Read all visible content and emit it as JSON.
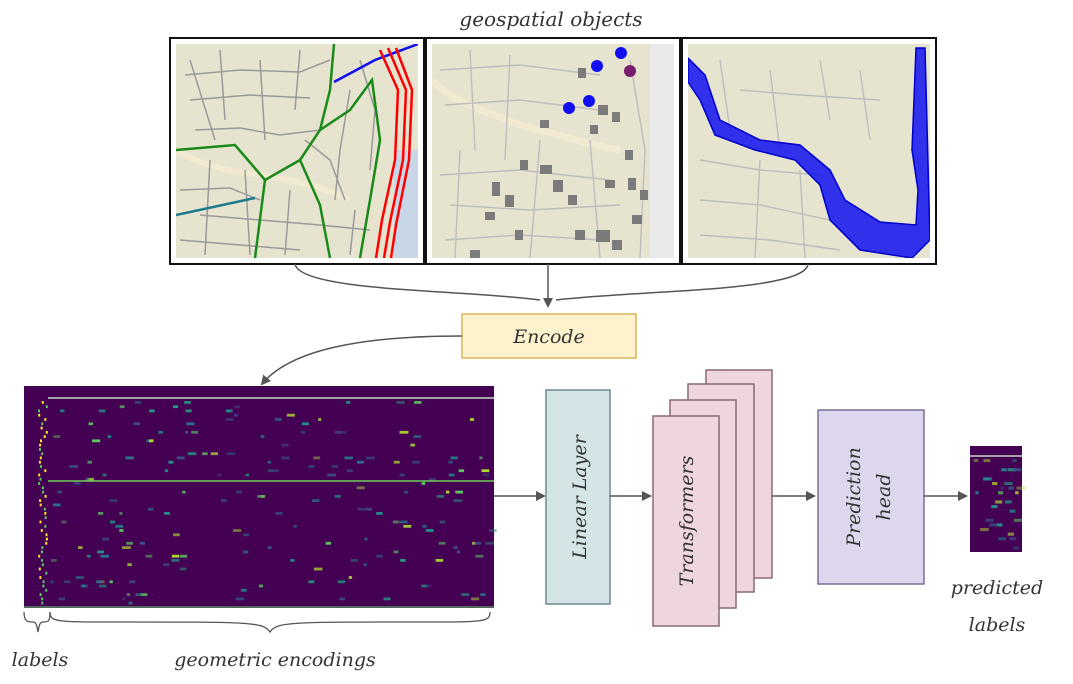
{
  "top_label": "geospatial objects",
  "encode_label": "Encode",
  "linear_label": "Linear Layer",
  "transformer_label": "Transformers",
  "prediction_label_1": "Prediction",
  "prediction_label_2": "head",
  "labels_caption": "labels",
  "geom_caption": "geometric encodings",
  "predicted_caption_1": "predicted",
  "predicted_caption_2": "labels",
  "colors": {
    "map_bg": "#e6e3cf",
    "water": "#c8d7e8",
    "street": "#9a9a9a",
    "line_green": "#1a8a1a",
    "line_red": "#ff0000",
    "line_blue": "#1010ee",
    "line_teal": "#1b7a8c",
    "encode_fill": "#fdf2cc",
    "encode_stroke": "#d6b656",
    "linear_fill": "#d5e4e6",
    "linear_stroke": "#6c8b91",
    "transformer_fill": "#efd6de",
    "transformer_stroke": "#8a6a74",
    "prediction_fill": "#ddd6ec",
    "prediction_stroke": "#7a6f96",
    "heatmap_bg": "#440154",
    "heatmap_hot": "#5ec962"
  }
}
